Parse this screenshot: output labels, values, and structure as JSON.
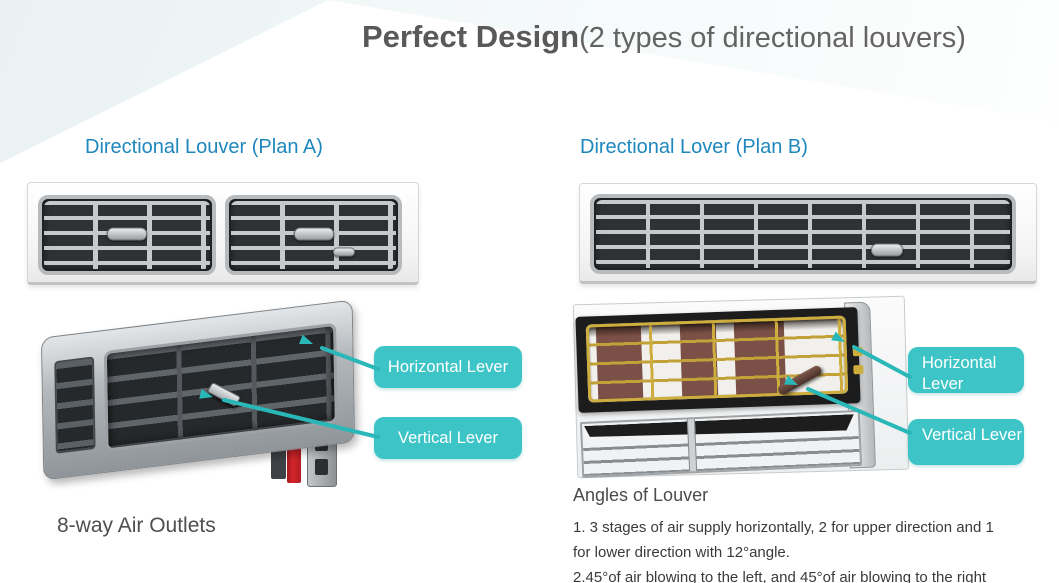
{
  "title": {
    "bold": "Perfect Design",
    "rest": "(2 types of directional louvers)"
  },
  "plan_a": {
    "heading": "Directional Louver (Plan A)",
    "callouts": {
      "horizontal": "Horizontal Lever",
      "vertical": "Vertical Lever"
    },
    "caption": "8-way Air Outlets"
  },
  "plan_b": {
    "heading": "Directional Lover (Plan B)",
    "callouts": {
      "horizontal": "Horizontal Lever",
      "vertical": "Vertical Lever"
    },
    "angles": {
      "heading": "Angles of Louver",
      "line1": "1. 3 stages of air supply horizontally, 2 for upper direction and 1",
      "line2": "for lower direction with 12°angle.",
      "line3": "2.45°of air blowing to the left, and 45°of air blowing to the right"
    }
  },
  "colors": {
    "callout_teal": "#3cc4c6",
    "arrow_teal": "#2ab7b8",
    "heading_blue": "#1e87bd",
    "title_gray": "#595959",
    "body_gray": "#3a3a3a",
    "gold_louver": "#cdad3e",
    "red_accent": "#d6252b"
  }
}
